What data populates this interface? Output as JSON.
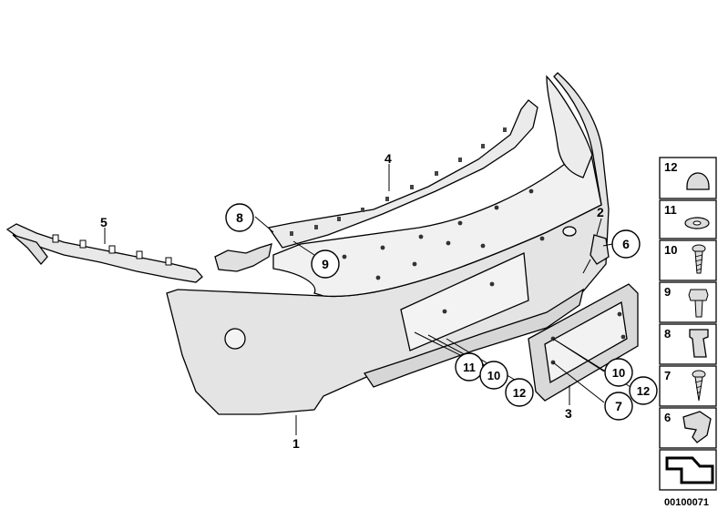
{
  "labels": {
    "p1": "1",
    "p2": "2",
    "p3": "3",
    "p4": "4",
    "p5": "5"
  },
  "callouts": {
    "c8": "8",
    "c9": "9",
    "c6": "6",
    "c11": "11",
    "c10a": "10",
    "c12a": "12",
    "c10b": "10",
    "c12b": "12",
    "c7": "7"
  },
  "legend": {
    "items": [
      "12",
      "11",
      "10",
      "9",
      "8",
      "7",
      "6"
    ]
  },
  "diagram_id": "00100071",
  "colors": {
    "bumper_fill": "#e6e6e6",
    "bumper_shade": "#cfcfcf",
    "legend_part_fill": "#dcdcdc"
  }
}
